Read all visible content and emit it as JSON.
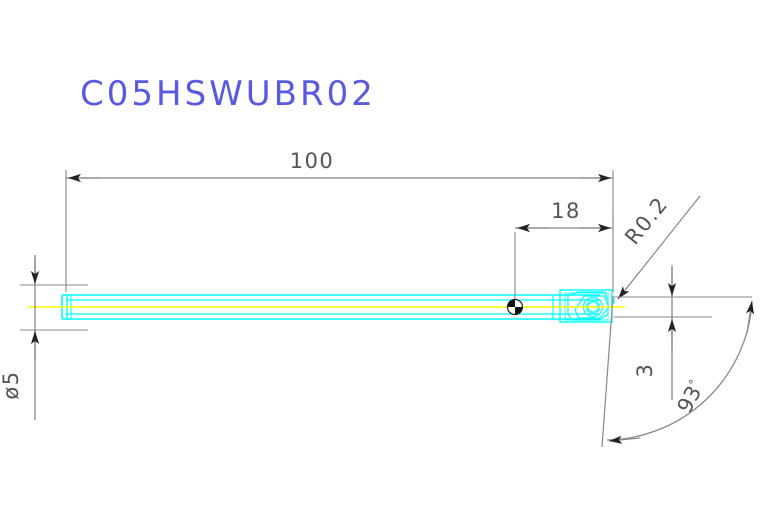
{
  "drawing": {
    "title": "C05HSWUBR02",
    "title_color": "#5a5ae0",
    "background_color": "#ffffff",
    "part_color": "#00ffff",
    "centerline_color": "#ffff00",
    "dimension_color": "#555555",
    "dimensions": {
      "overall_length": "100",
      "head_length": "18",
      "corner_radius": "R0.2",
      "shank_diameter": "ø5",
      "center_height": "3",
      "lead_angle": "93",
      "degree_symbol": "°"
    }
  }
}
